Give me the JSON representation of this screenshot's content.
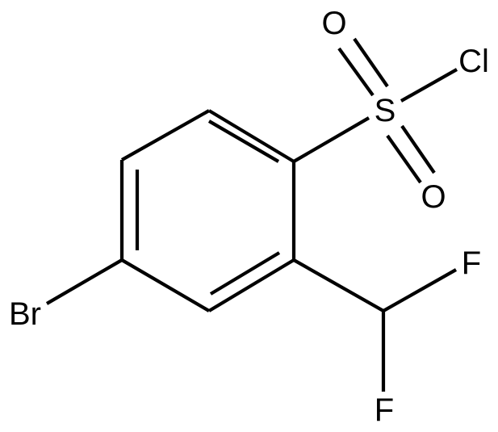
{
  "atoms": {
    "sulfur": "S",
    "oxygen_top": "O",
    "oxygen_bottom": "O",
    "chlorine": "Cl",
    "bromine": "Br",
    "fluorine_top": "F",
    "fluorine_bottom": "F"
  },
  "colors": {
    "bond": "#000000",
    "label": "#000000",
    "background": "#ffffff"
  }
}
